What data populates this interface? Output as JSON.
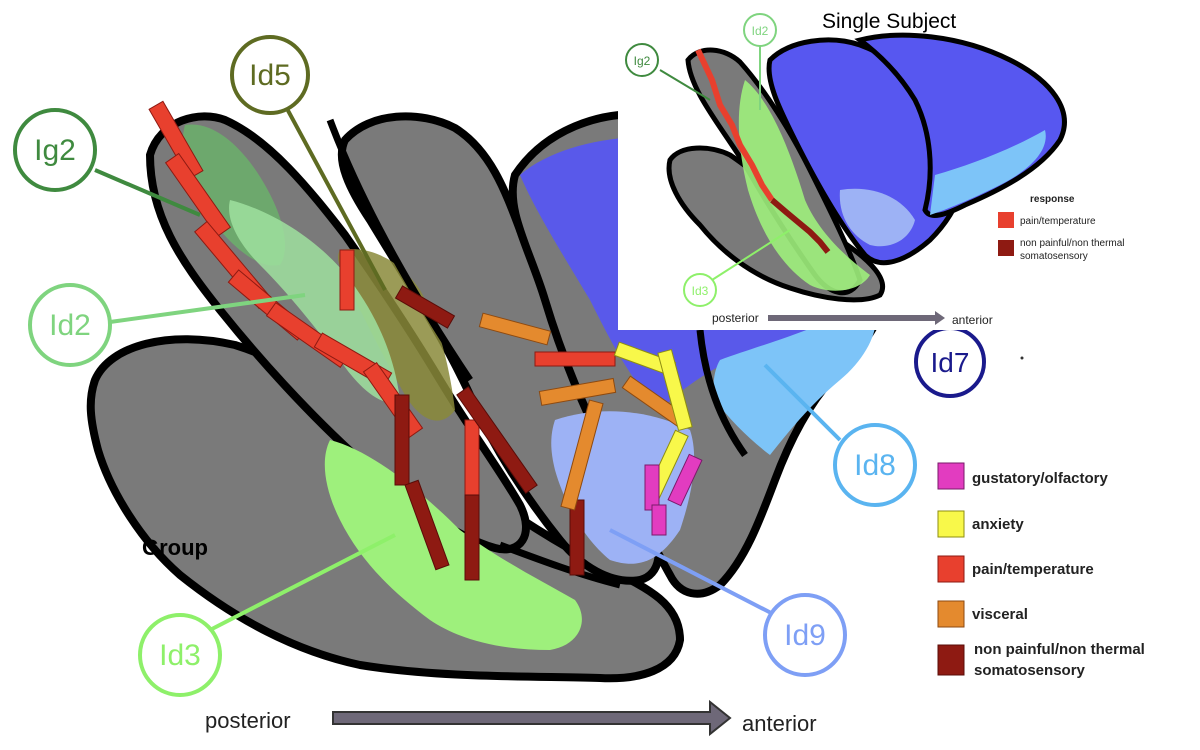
{
  "group_label": "Group",
  "single_subject_title": "Single Subject",
  "axis": {
    "posterior": "posterior",
    "anterior": "anterior"
  },
  "inset_axis": {
    "posterior": "posterior",
    "anterior": "anterior"
  },
  "regions": [
    {
      "id": "lg2",
      "label": "Ig2",
      "color": "#3f8a3f"
    },
    {
      "id": "ld5",
      "label": "Id5",
      "color": "#5e6b22"
    },
    {
      "id": "ld2",
      "label": "Id2",
      "color": "#7fd47f"
    },
    {
      "id": "ld3",
      "label": "Id3",
      "color": "#8ef06a"
    },
    {
      "id": "ld7",
      "label": "Id7",
      "color": "#1a1a8c"
    },
    {
      "id": "ld8",
      "label": "Id8",
      "color": "#5ab4f0"
    },
    {
      "id": "ld9",
      "label": "Id9",
      "color": "#7e9ff5"
    }
  ],
  "inset_regions": [
    {
      "id": "ig2",
      "label": "Ig2"
    },
    {
      "id": "id2",
      "label": "Id2"
    },
    {
      "id": "id3",
      "label": "Id3"
    }
  ],
  "legend": [
    {
      "label": "gustatory/olfactory",
      "color": "#e23cc0"
    },
    {
      "label": "anxiety",
      "color": "#f8f84a"
    },
    {
      "label": "pain/temperature",
      "color": "#e8402e"
    },
    {
      "label": "visceral",
      "color": "#e48a2e"
    },
    {
      "label": "non painful/non thermal",
      "label2": "somatosensory",
      "color": "#8e1a12"
    }
  ],
  "inset_legend": {
    "title": "response",
    "items": [
      {
        "label": "pain/temperature",
        "color": "#e8402e"
      },
      {
        "label": "non painful/non thermal",
        "label2": "somatosensory",
        "color": "#8e1a12"
      }
    ]
  }
}
